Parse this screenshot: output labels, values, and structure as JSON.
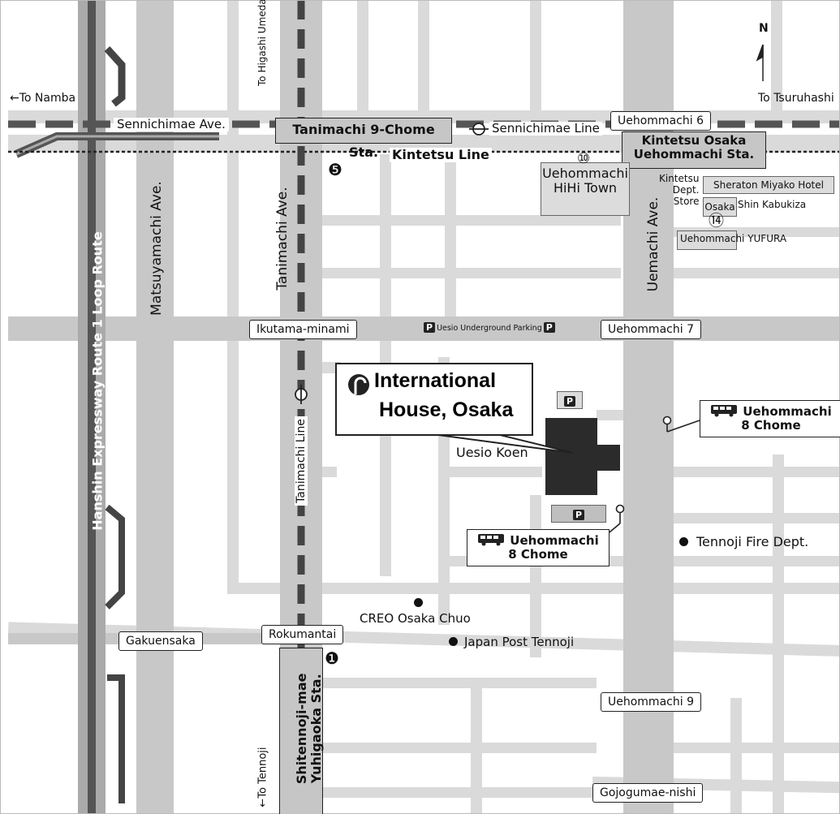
{
  "directions": {
    "to_namba": "←To Namba",
    "to_tsuruhashi": "To Tsuruhashi",
    "to_higashi_umeda": "To Higashi Umeda→",
    "to_tennoji": "←To Tennoji",
    "north": "N"
  },
  "roads": {
    "hanshin_expressway": "Hanshin Expressway Route 1 Loop Route",
    "matsuyamachi": "Matsuyamachi Ave.",
    "tanimachi": "Tanimachi Ave.",
    "uemachi": "Uemachi Ave.",
    "sennichimae": "Sennichimae Ave."
  },
  "rail": {
    "kintetsu_line": "Kintetsu Line",
    "sennichimae_line": "Sennichimae Line",
    "tanimachi_line": "Tanimachi Line"
  },
  "stations": {
    "tanimachi9": "Tanimachi 9-Chome Sta.",
    "kintetsu_osaka_line1": "Kintetsu Osaka",
    "kintetsu_osaka_line2": "Uehommachi Sta.",
    "shitennoji_line1": "Shitennoji-mae",
    "shitennoji_line2": "Yuhigaoka Sta."
  },
  "intersections": {
    "uehommachi6": "Uehommachi 6",
    "ikutama_minami": "Ikutama-minami",
    "uehommachi7": "Uehommachi 7",
    "gakuensaka": "Gakuensaka",
    "rokumantai": "Rokumantai",
    "uehommachi9": "Uehommachi 9",
    "gojogumae_nishi": "Gojogumae-nishi"
  },
  "landmarks": {
    "hihi_line1": "Uehommachi",
    "hihi_line2": "HiHi Town",
    "kintetsu_dept_line1": "Kintetsu",
    "kintetsu_dept_line2": "Dept.",
    "kintetsu_dept_line3": "Store",
    "sheraton": "Sheraton Miyako Hotel",
    "osaka": "Osaka",
    "shin_kabukiza": "Shin Kabukiza",
    "yufura": "Uehommachi YUFURA",
    "uesio_parking": "Uesio Underground Parking",
    "parking_symbol": "P",
    "uesio_koen": "Uesio Koen",
    "tennoji_fire": "Tennoji Fire Dept.",
    "creo": "CREO Osaka Chuo",
    "japan_post": "Japan Post Tennoji"
  },
  "destination": {
    "line1": "International",
    "line2": "House, Osaka"
  },
  "bus_stops": {
    "east_line1": "Uehommachi",
    "east_line2": "8 Chome",
    "south_line1": "Uehommachi",
    "south_line2": "8 Chome"
  },
  "exits": {
    "exit1": "❶",
    "exit5": "❺",
    "exit10": "⑩",
    "exit14": "⑭"
  },
  "colors": {
    "road": "#d3d3d3",
    "major_road": "#c8c8c8",
    "building": "#2b2b2b",
    "station_fill": "#c6c6c6"
  }
}
